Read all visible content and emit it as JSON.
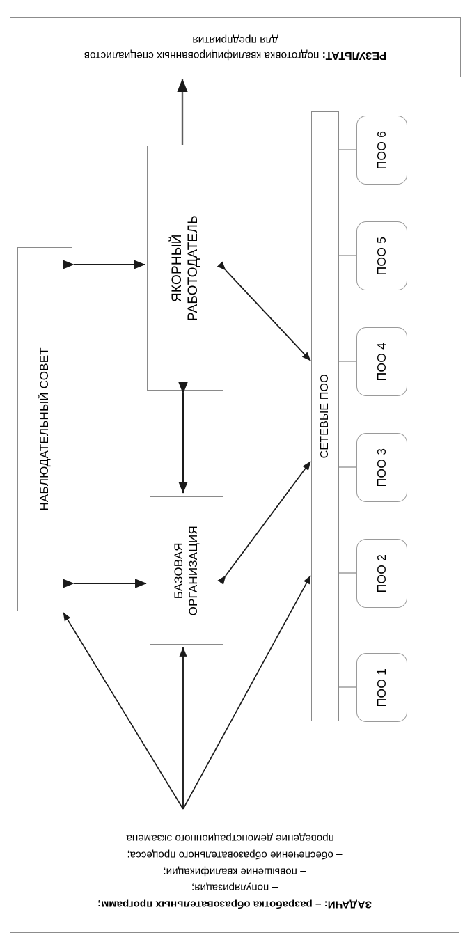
{
  "diagram": {
    "title_semantic": "network-form-of-education-scheme",
    "orientation_note": "page-rotated-180",
    "result_panel": {
      "label_bold": "РЕЗУЛЬТАТ:",
      "line1_rest": " подготовка квалифицированных специалистов",
      "line2": "для предприятия"
    },
    "tasks_panel": {
      "heading": "ЗАДАЧИ:",
      "items": [
        "– разработка образовательных программ;",
        "– популяризация;",
        "– повышение квалификации;",
        "– обеспечение образовательного процесса;",
        "– проведение демонстрационного экзамена"
      ],
      "first_line_combined": "ЗАДАЧИ: – разработка образовательных программ;"
    },
    "nodes": {
      "supervisory_board": "НАБЛЮДАТЕЛЬНЫЙ СОВЕТ",
      "anchor_employer_line1": "ЯКОРНЫЙ",
      "anchor_employer_line2": "РАБОТОДАТЕЛЬ",
      "base_organization_line1": "БАЗОВАЯ",
      "base_organization_line2": "ОРГАНИЗАЦИЯ",
      "network_poo": "СЕТЕВЫЕ ПОО"
    },
    "poo_items": [
      {
        "label": "ПОО 6"
      },
      {
        "label": "ПОО 5"
      },
      {
        "label": "ПОО 4"
      },
      {
        "label": "ПОО 3"
      },
      {
        "label": "ПОО 2"
      },
      {
        "label": "ПОО 1"
      }
    ],
    "colors": {
      "stroke": "#8a8a8a",
      "arrow": "#1a1a1a",
      "background": "#ffffff",
      "text": "#000000"
    }
  }
}
